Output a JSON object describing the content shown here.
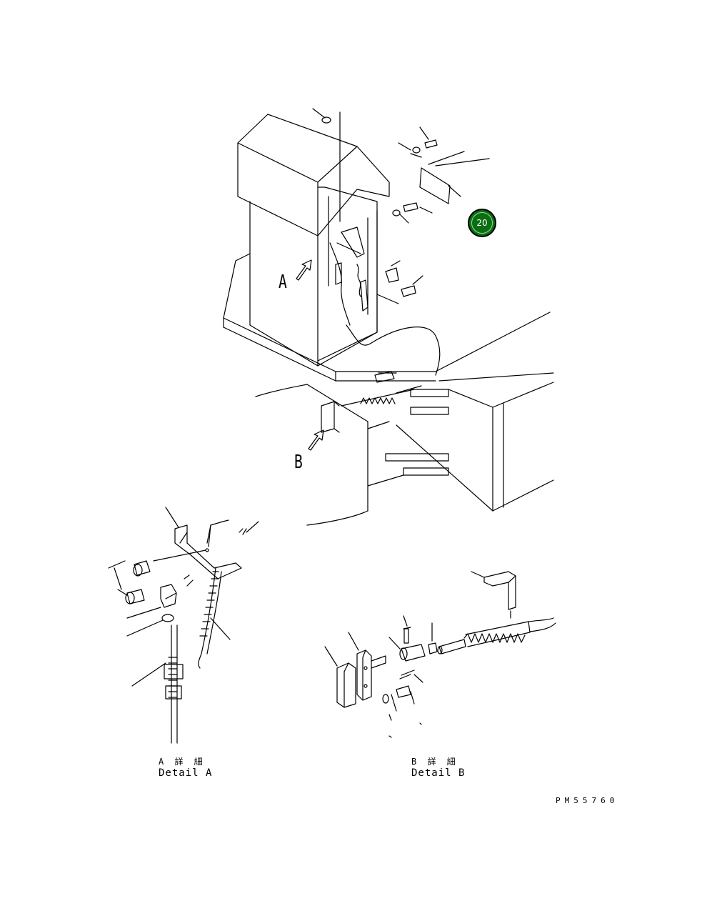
{
  "callouts": {
    "view_a": "A",
    "view_b": "B"
  },
  "badge": {
    "number": "20",
    "color": "#0b6e12"
  },
  "detail_a": {
    "caption_jp": "A 詳 細",
    "caption_en": "Detail A"
  },
  "detail_b": {
    "caption_jp": "B 詳 細",
    "caption_en": "Detail B"
  },
  "drawing_code": "PM55760"
}
